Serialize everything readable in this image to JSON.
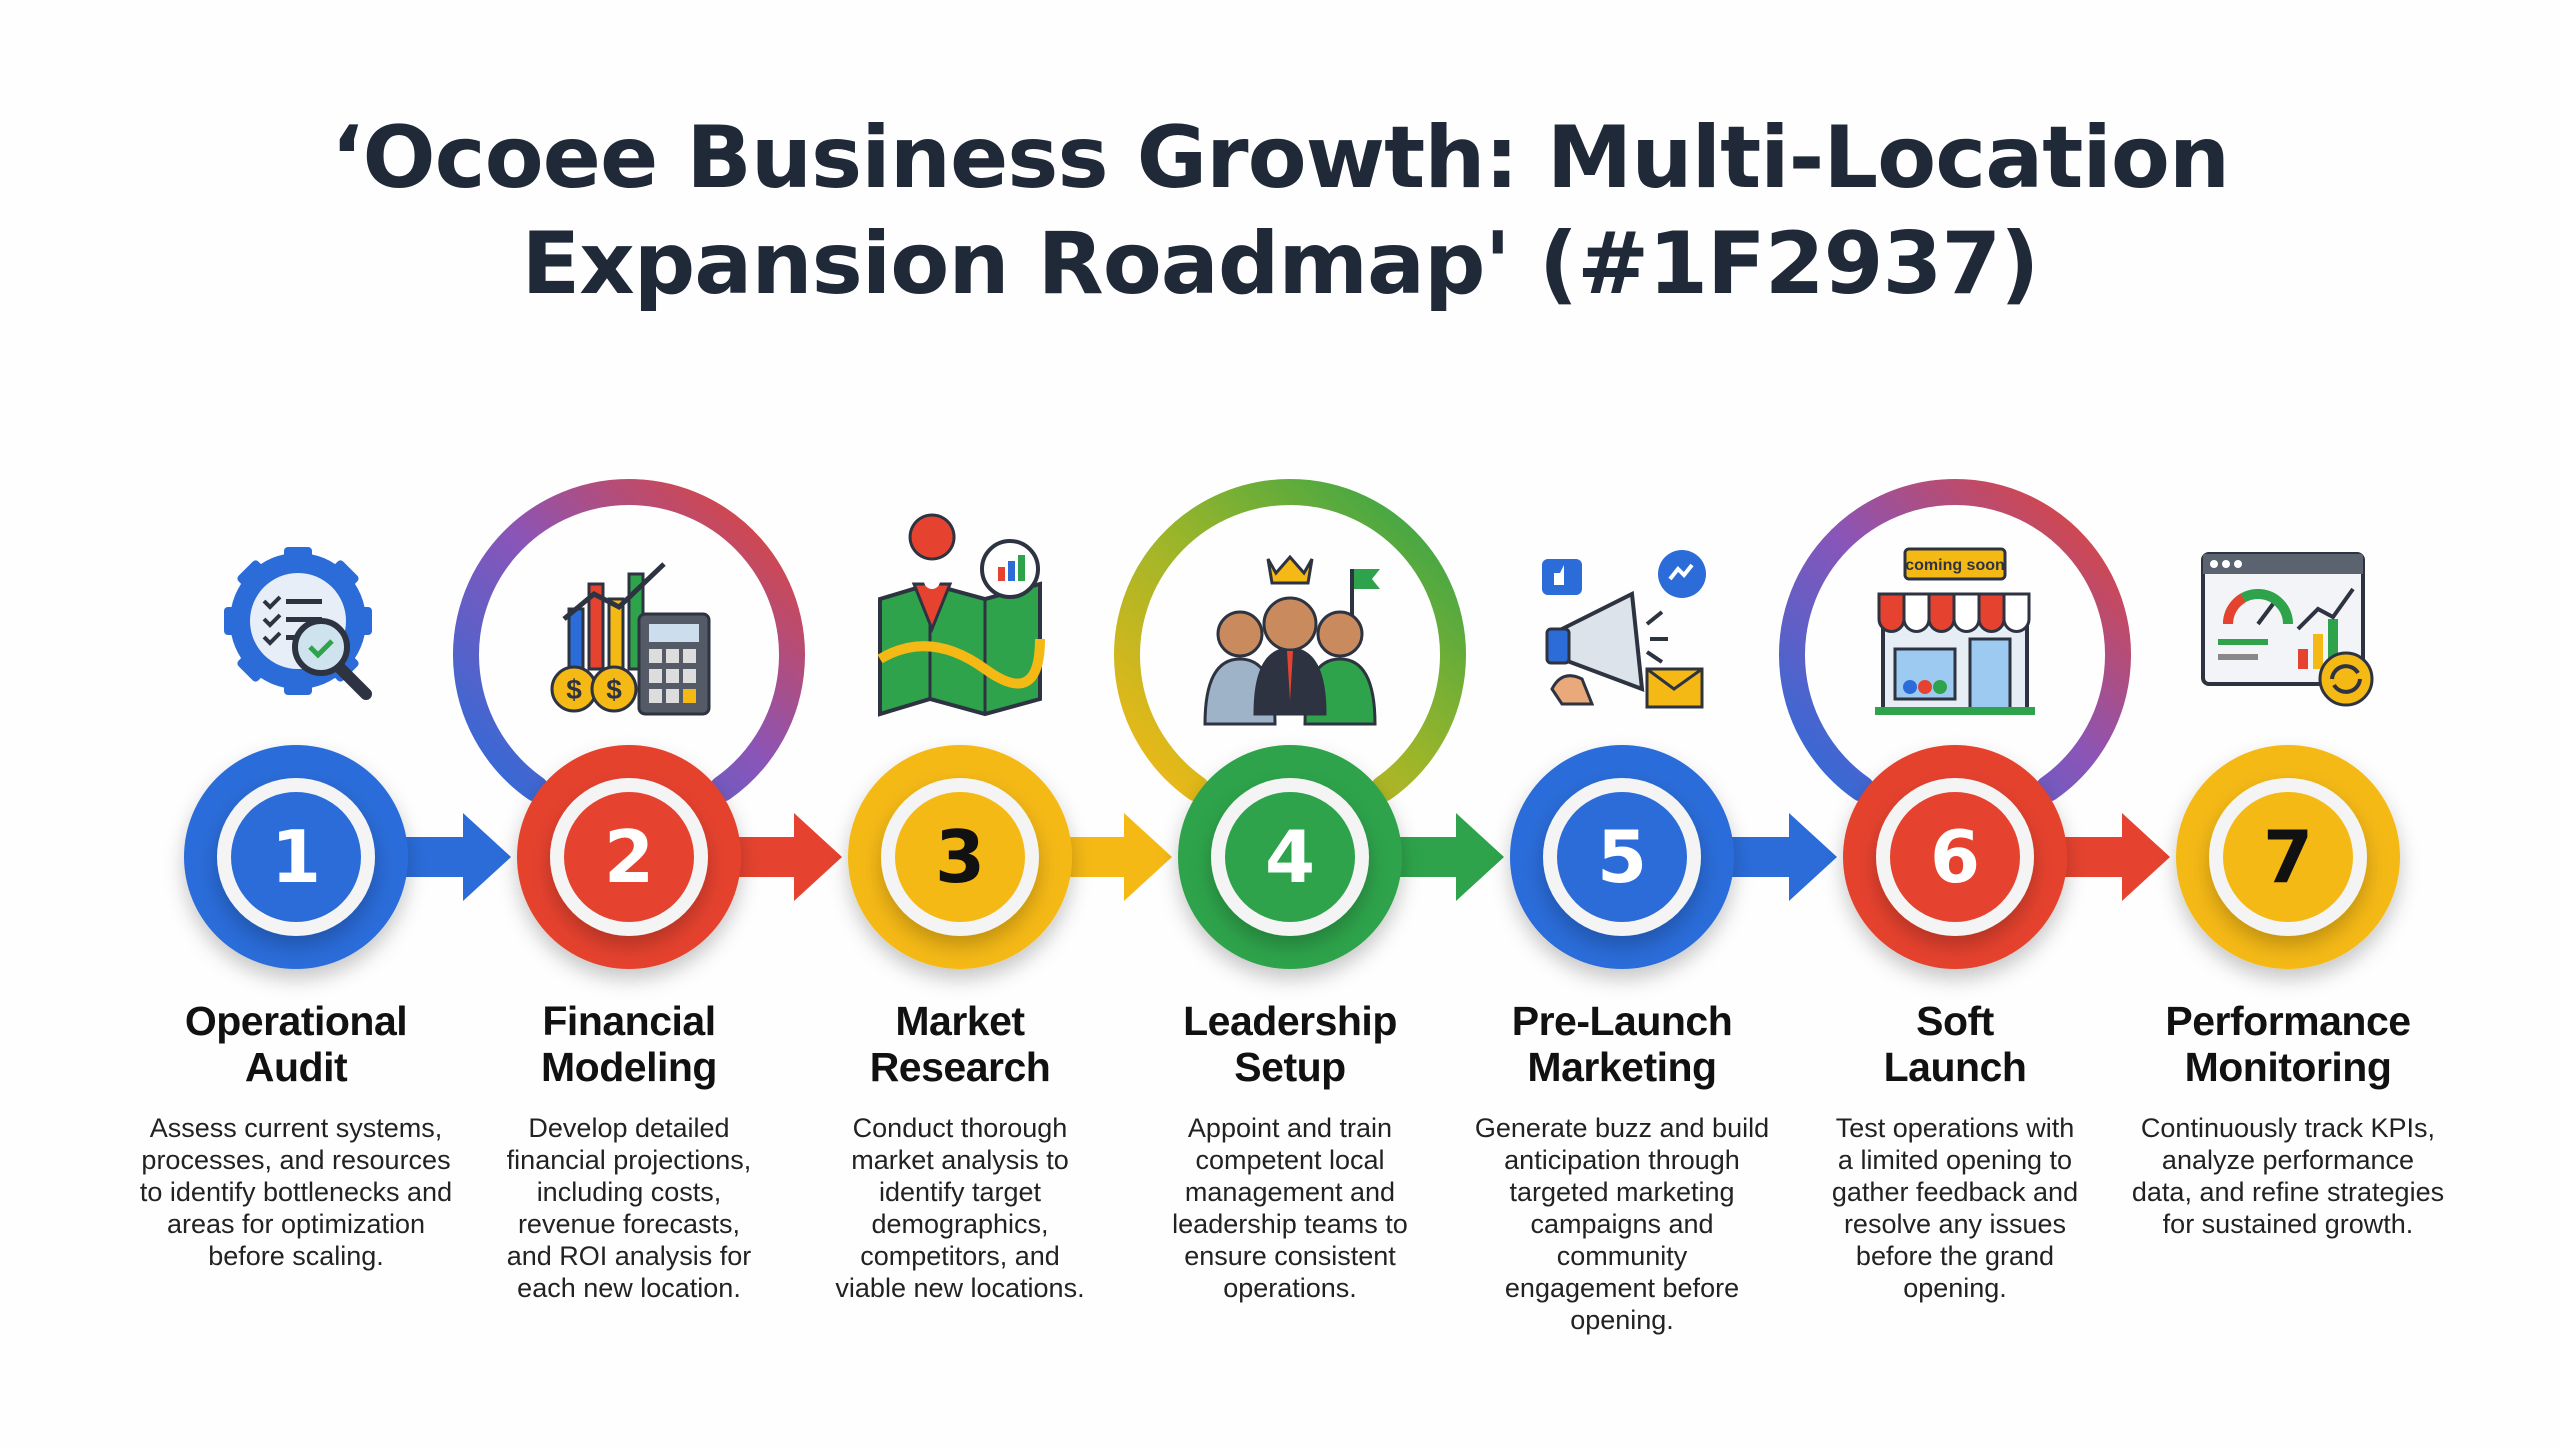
{
  "title": {
    "line1": "‘Ocoee Business Growth: Multi-Location",
    "line2": "Expansion Roadmap' (#1F2937)"
  },
  "colors": {
    "title": "#1F2937",
    "blue": "#2B6CD9",
    "red": "#E5432F",
    "yellow": "#F5B915",
    "green": "#2EA34B"
  },
  "steps": [
    {
      "number": "1",
      "title": "Operational Audit",
      "title_lines": [
        "Operational",
        "Audit"
      ],
      "color": "blue",
      "icon": "gear-checklist-magnifier-icon",
      "description_lines": [
        "Assess current systems,",
        "processes, and resources",
        "to identify bottlenecks and",
        "areas for optimization",
        "before scaling."
      ]
    },
    {
      "number": "2",
      "title": "Financial Modeling",
      "title_lines": [
        "Financial",
        "Modeling"
      ],
      "color": "red",
      "icon": "chart-calculator-coins-icon",
      "description_lines": [
        "Develop detailed",
        "financial projections,",
        "including costs,",
        "revenue forecasts,",
        "and ROI analysis for",
        "each new location."
      ]
    },
    {
      "number": "3",
      "title": "Market Research",
      "title_lines": [
        "Market",
        "Research"
      ],
      "color": "yellow",
      "icon": "map-pins-icon",
      "description_lines": [
        "Conduct thorough",
        "market analysis to",
        "identify target",
        "demographics,",
        "competitors, and",
        "viable new locations."
      ]
    },
    {
      "number": "4",
      "title": "Leadership Setup",
      "title_lines": [
        "Leadership",
        "Setup"
      ],
      "color": "green",
      "icon": "leadership-team-crown-icon",
      "description_lines": [
        "Appoint and train",
        "competent local",
        "management and",
        "leadership teams to",
        "ensure consistent",
        "operations."
      ]
    },
    {
      "number": "5",
      "title": "Pre-Launch Marketing",
      "title_lines": [
        "Pre-Launch",
        "Marketing"
      ],
      "color": "blue",
      "icon": "megaphone-social-icon",
      "description_lines": [
        "Generate buzz and build",
        "anticipation through",
        "targeted marketing",
        "campaigns and",
        "community",
        "engagement before",
        "opening."
      ]
    },
    {
      "number": "6",
      "title": "Soft Launch",
      "title_lines": [
        "Soft",
        "Launch"
      ],
      "color": "red",
      "icon": "storefront-coming-soon-icon",
      "icon_text": "coming soon",
      "description_lines": [
        "Test operations with",
        "a limited opening to",
        "gather feedback and",
        "resolve any issues",
        "before the grand",
        "opening."
      ]
    },
    {
      "number": "7",
      "title": "Performance Monitoring",
      "title_lines": [
        "Performance",
        "Monitoring"
      ],
      "color": "yellow",
      "icon": "dashboard-gauge-refresh-icon",
      "description_lines": [
        "Continuously track KPIs,",
        "analyze performance",
        "data, and refine strategies",
        "for sustained growth."
      ]
    }
  ]
}
